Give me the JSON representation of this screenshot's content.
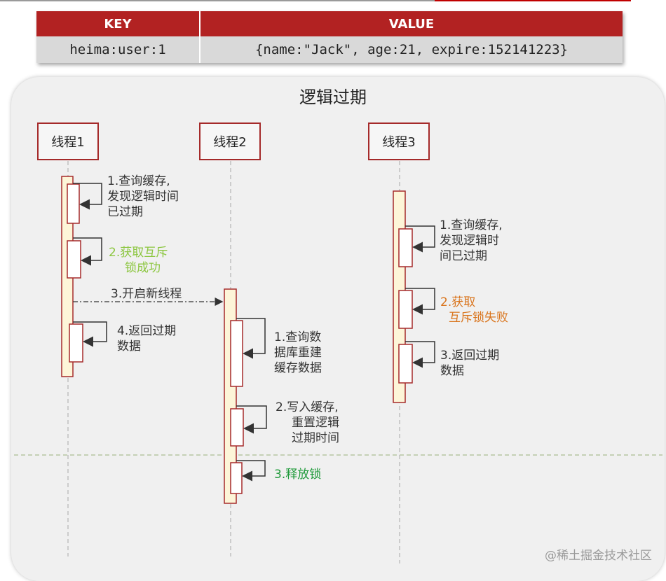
{
  "table": {
    "headers": [
      "KEY",
      "VALUE"
    ],
    "row": {
      "key": "heima:user:1",
      "value": "{name:\"Jack\", age:21, expire:152141223}"
    }
  },
  "diagram": {
    "title": "逻辑过期",
    "threads": [
      "线程1",
      "线程2",
      "线程3"
    ],
    "thread1": {
      "step1": [
        "1.查询缓存,",
        "发现逻辑时间",
        "已过期"
      ],
      "step2": [
        "2.获取互斥",
        "锁成功"
      ],
      "step3": "3.开启新线程",
      "step4": [
        "4.返回过期",
        "数据"
      ]
    },
    "thread2": {
      "step1": [
        "1.查询数",
        "据库重建",
        "缓存数据"
      ],
      "step2": [
        "2.写入缓存,",
        "重置逻辑",
        "过期时间"
      ],
      "step3": "3.释放锁"
    },
    "thread3": {
      "step1": [
        "1.查询缓存,",
        "发现逻辑时",
        "间已过期"
      ],
      "step2": [
        "2.获取",
        "互斥锁失败"
      ],
      "step3": [
        "3.返回过期",
        "数据"
      ]
    },
    "colors": {
      "border": "#a52a2a",
      "activation": "#fdf5d8",
      "success": "#8cc640",
      "failure": "#d9741c",
      "release": "#1f9a3a"
    }
  },
  "watermark": "@稀土掘金技术社区"
}
